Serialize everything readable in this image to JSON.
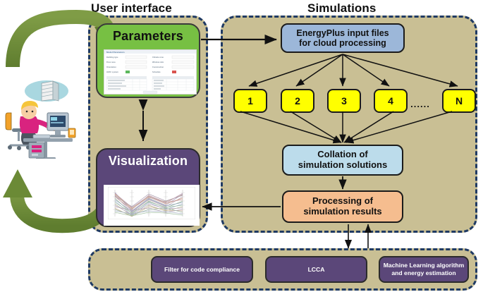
{
  "headings": {
    "user_interface": "User interface",
    "simulations": "Simulations"
  },
  "user_interface_panel": {
    "parameters": {
      "title": "Parameters",
      "thumbnail": "parameters-form-screenshot"
    },
    "visualization": {
      "title": "Visualization",
      "thumbnail": "parallel-coordinates-plot-screenshot"
    }
  },
  "simulations_panel": {
    "input_files": "EnergyPlus input files for cloud processing",
    "input_files_line1": "EnergyPlus input files",
    "input_files_line2": "for cloud processing",
    "sim_instances": [
      "1",
      "2",
      "3",
      "4",
      "N"
    ],
    "ellipsis": "......",
    "collation": "Collation of simulation solutions",
    "collation_line1": "Collation of",
    "collation_line2": "simulation solutions",
    "processing": "Processing of simulation results",
    "processing_line1": "Processing of",
    "processing_line2": "simulation results"
  },
  "bottom_panel": {
    "items": [
      {
        "label": "Filter for code compliance",
        "line1": "Filter for code compliance",
        "line2": ""
      },
      {
        "label": "LCCA",
        "line1": "LCCA",
        "line2": ""
      },
      {
        "label": "Machine Learning algorithm and energy estimation",
        "line1": "Machine Learning algorithm",
        "line2": "and energy estimation"
      }
    ]
  },
  "illustration": {
    "person": "person-at-computer-illustration",
    "cycle": "circular-feedback-loop-arrows"
  },
  "colors": {
    "panel_fill": "#c9bf94",
    "panel_border": "#1f3a63",
    "green": "#77c043",
    "purple": "#5b4779",
    "blue_input": "#9cb7d9",
    "blue_collation": "#bcdceb",
    "orange": "#f5bd8f",
    "yellow": "#ffff00",
    "cycle_arrow_green": "#6f8f3c"
  }
}
